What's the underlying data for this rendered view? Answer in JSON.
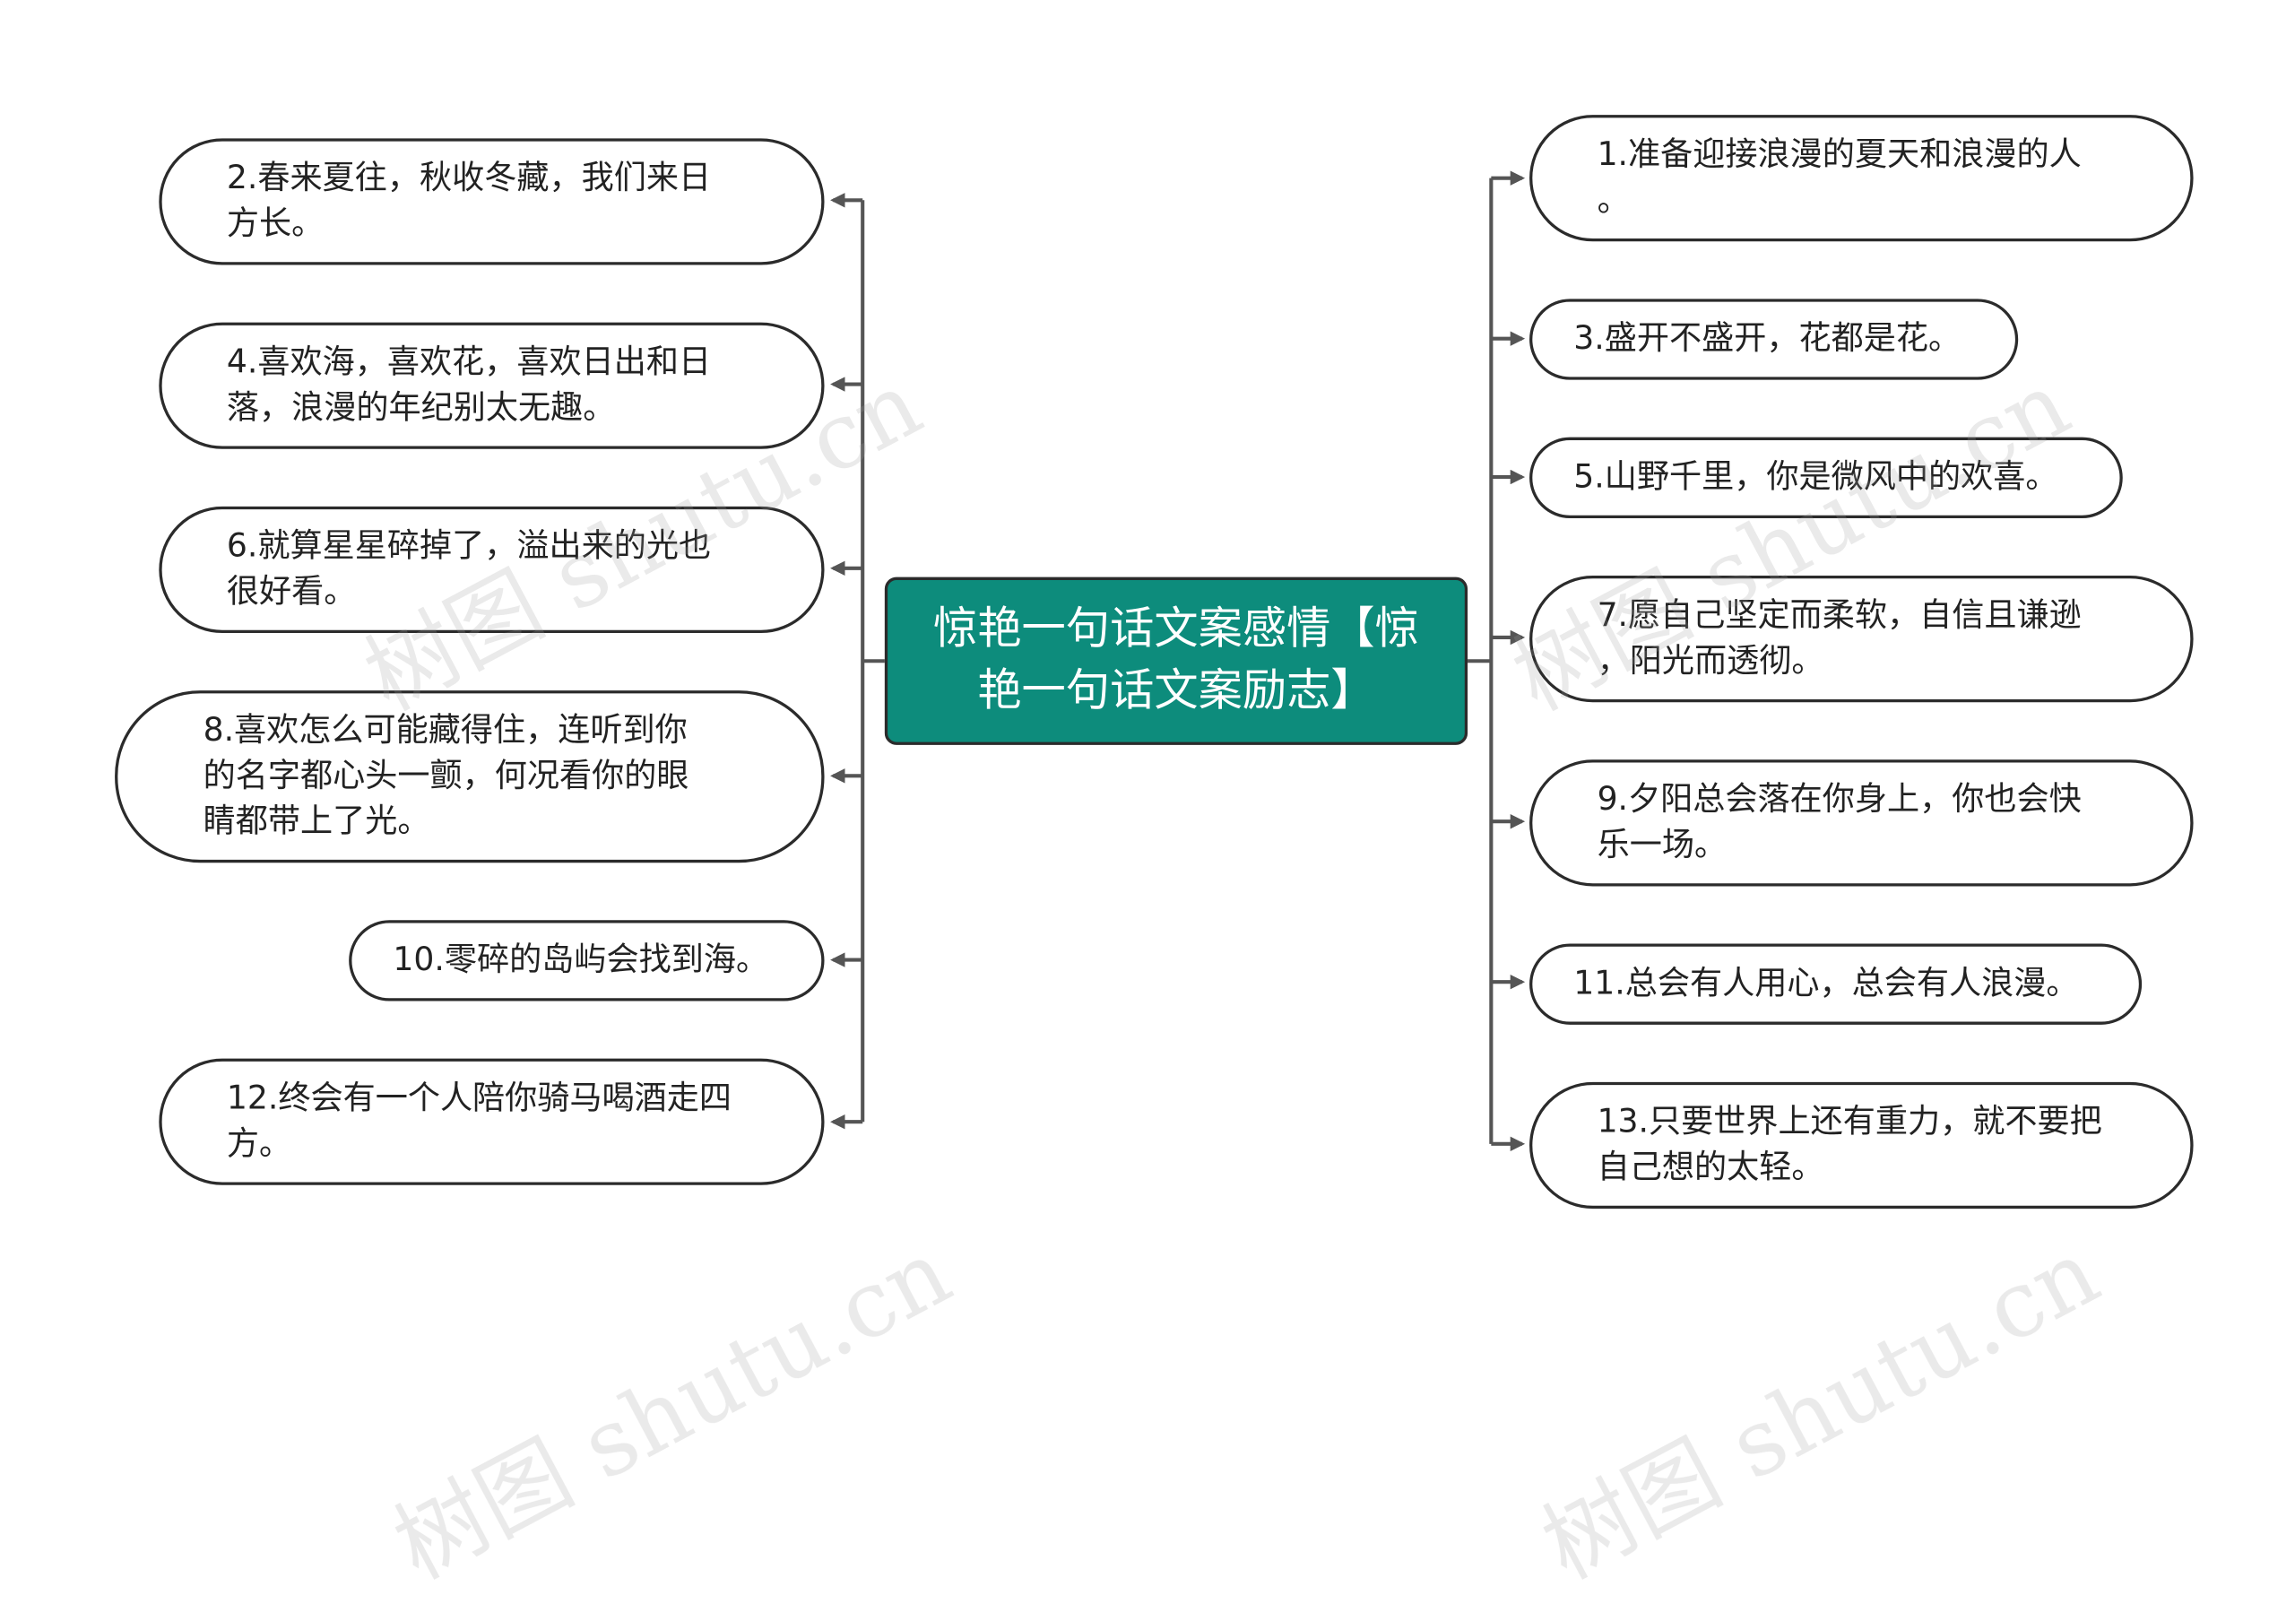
{
  "root": {
    "text": "惊艳一句话文案感情【惊艳一句话文案励志】"
  },
  "left_nodes": [
    {
      "text": "2.春来夏往，秋收冬藏，我们来日\n方长。"
    },
    {
      "text": "4.喜欢海，喜欢花，喜欢日出和日\n落，浪漫的年纪别太无趣。"
    },
    {
      "text": "6.就算星星碎掉了，溢出来的光也\n很好看。"
    },
    {
      "text": "8.喜欢怎么可能藏得住，连听到你\n的名字都心头一颤，何况看你的眼\n睛都带上了光。"
    },
    {
      "text": "10.零碎的岛屿会找到海。"
    },
    {
      "text": "12.终会有一个人陪你骑马喝酒走四\n方。"
    }
  ],
  "right_nodes": [
    {
      "text": "1.准备迎接浪漫的夏天和浪漫的人\n。"
    },
    {
      "text": "3.盛开不盛开，花都是花。"
    },
    {
      "text": "5.山野千里，你是微风中的欢喜。"
    },
    {
      "text": "7.愿自己坚定而柔软，自信且谦逊\n，阳光而透彻。"
    },
    {
      "text": "9.夕阳总会落在你身上，你也会快\n乐一场。"
    },
    {
      "text": "11.总会有人用心，总会有人浪漫。"
    },
    {
      "text": "13.只要世界上还有重力，就不要把\n自己想的太轻。"
    }
  ],
  "watermark": "树图 shutu.cn",
  "colors": {
    "root_fill": "#0d8c7c",
    "node_border": "#2b2b2b",
    "connector": "#555555"
  }
}
